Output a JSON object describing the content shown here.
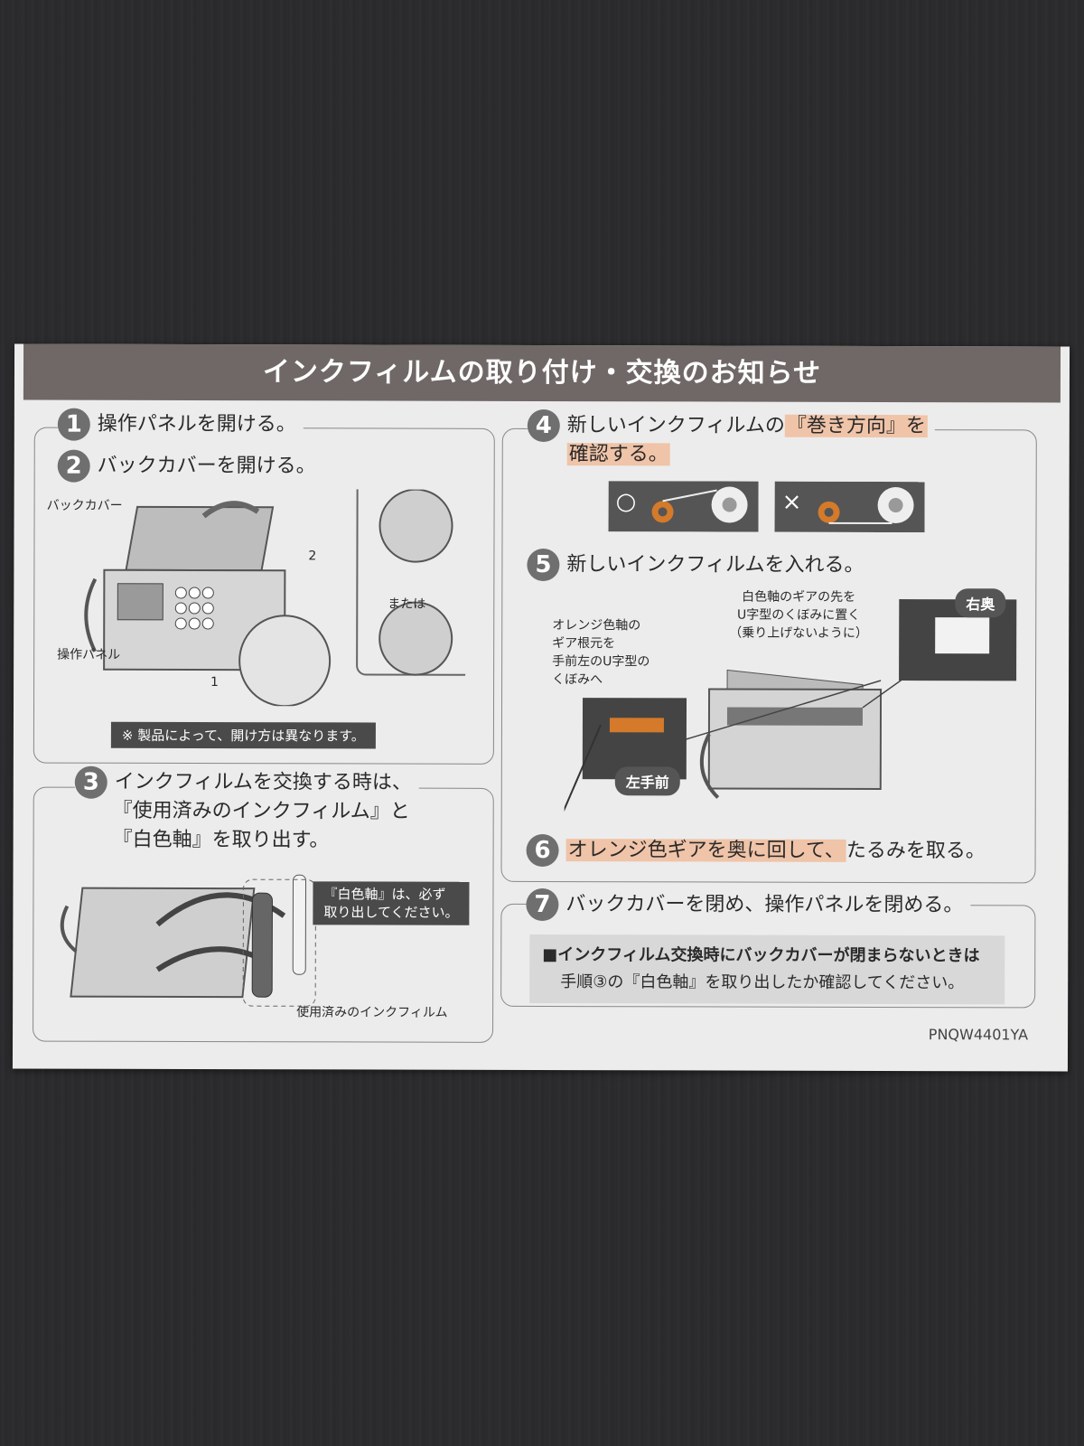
{
  "title": "インクフィルムの取り付け・交換のお知らせ",
  "steps": {
    "s1": {
      "num": "1",
      "text": "操作パネルを開ける。"
    },
    "s2": {
      "num": "2",
      "text": "バックカバーを開ける。"
    },
    "s3": {
      "num": "3",
      "line1": "インクフィルムを交換する時は、",
      "line2": "『使用済みのインクフィルム』と",
      "line3": "『白色軸』を取り出す。"
    },
    "s4": {
      "num": "4",
      "pre": "新しいインクフィルムの",
      "hl": "『巻き方向』を",
      "line2": "確認する。"
    },
    "s5": {
      "num": "5",
      "text": "新しいインクフィルムを入れる。"
    },
    "s6": {
      "num": "6",
      "hl": "オレンジ色ギアを奥に回して、",
      "post": "たるみを取る。"
    },
    "s7": {
      "num": "7",
      "text": "バックカバーを閉め、操作パネルを閉める。"
    }
  },
  "labels": {
    "back_cover": "バックカバー",
    "op_panel": "操作パネル",
    "or": "または",
    "note_open": "※ 製品によって、開け方は異なります。",
    "white_shaft_note_1": "『白色軸』は、必ず",
    "white_shaft_note_2": "取り出してください。",
    "used_film": "使用済みのインクフィルム",
    "orange_shaft_1": "オレンジ色軸の",
    "orange_shaft_2": "ギア根元を",
    "orange_shaft_3": "手前左のU字型の",
    "orange_shaft_4": "くぼみへ",
    "white_gear_1": "白色軸のギアの先を",
    "white_gear_2": "U字型のくぼみに置く",
    "white_gear_3": "（乗り上げないように）",
    "right_back": "右奥",
    "left_front": "左手前",
    "ok_mark": "○",
    "ng_mark": "×",
    "callout_1": "1",
    "callout_2": "2"
  },
  "note7": {
    "line1": "■インクフィルム交換時にバックカバーが閉まらないときは",
    "line2": "手順③の『白色軸』を取り出したか確認してください。"
  },
  "code": "PNQW4401YA",
  "colors": {
    "banner": "#6f6866",
    "highlight": "#f0c4a8",
    "orange": "#d47a2a"
  }
}
